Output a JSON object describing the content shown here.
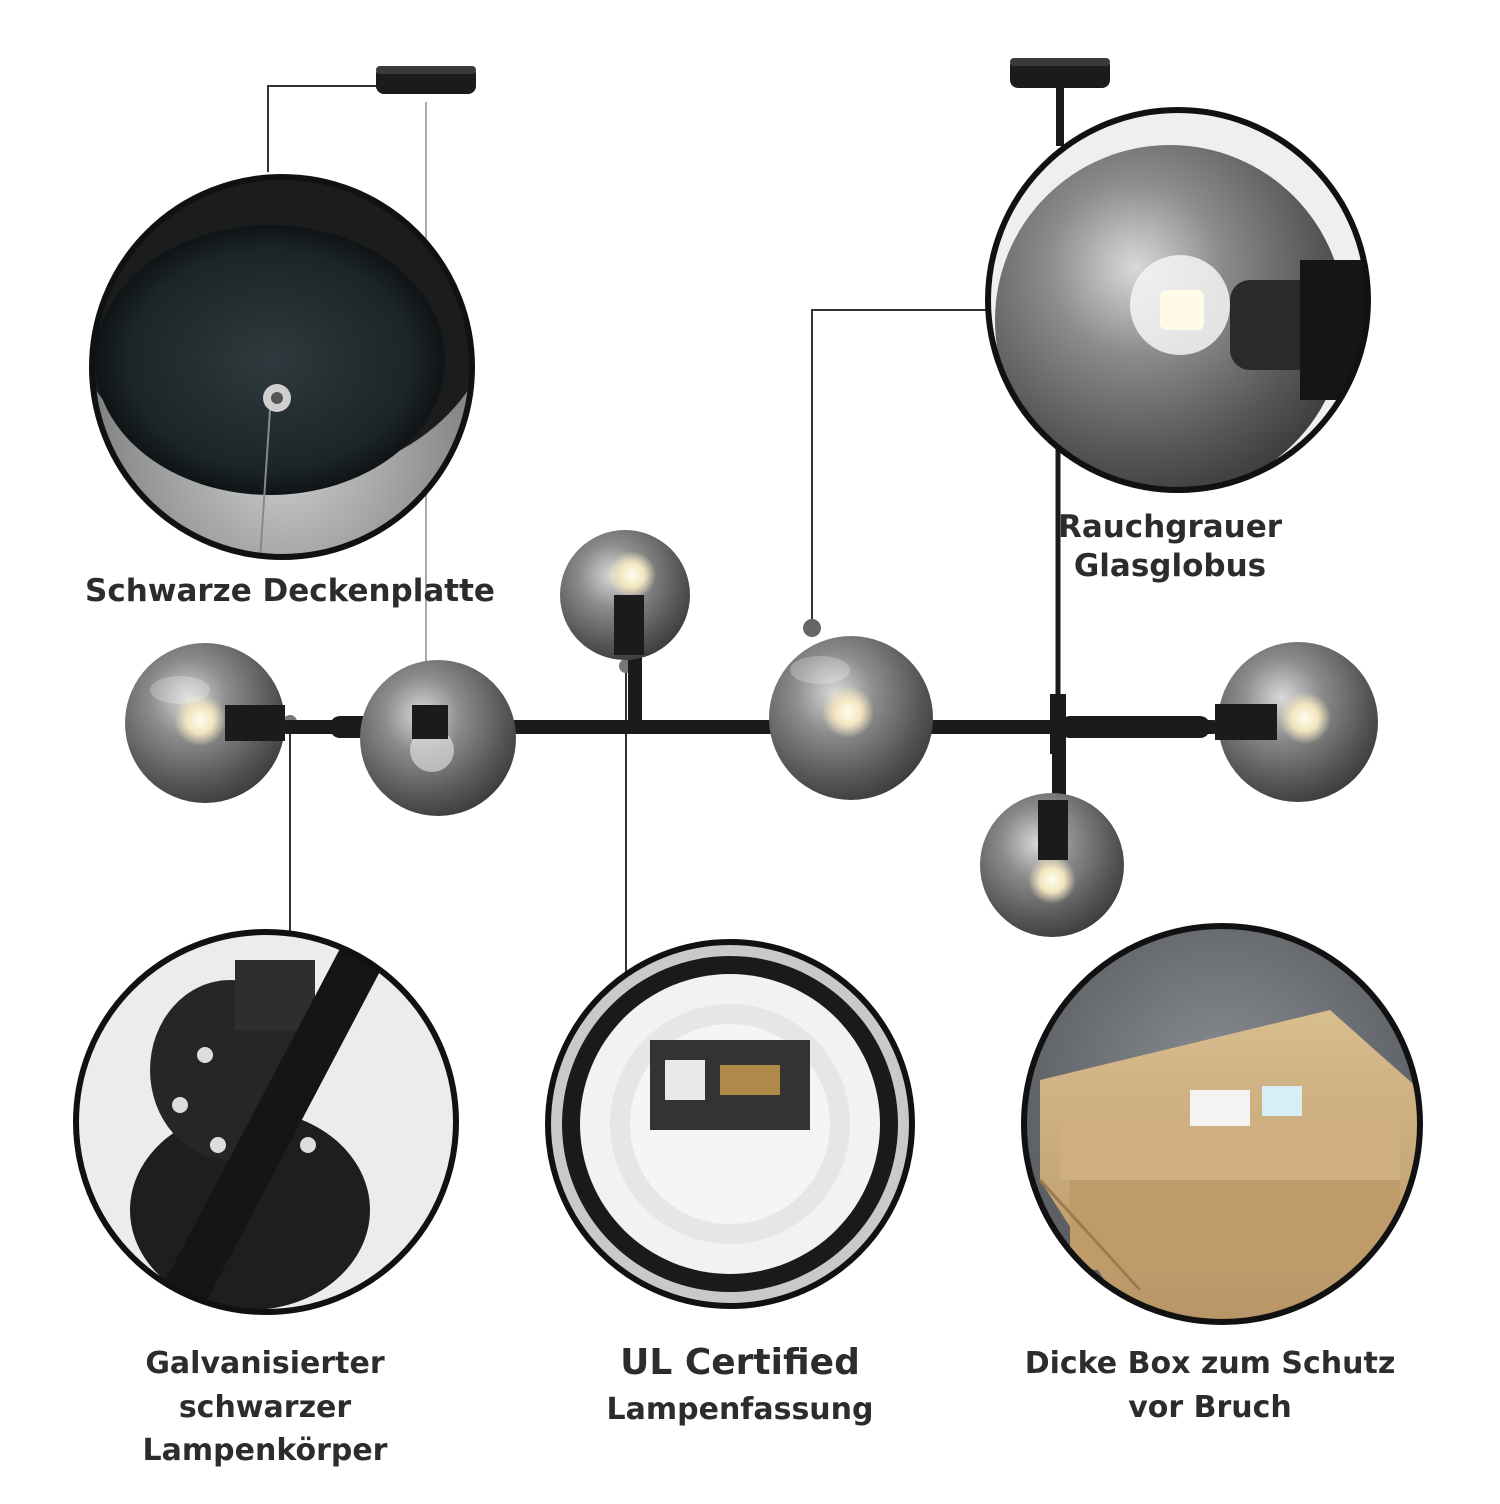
{
  "labels": {
    "ceiling_plate": "Schwarze Deckenplatte",
    "glass_globe_line1": "Rauchgrauer",
    "glass_globe_line2": "Glasglobus",
    "lamp_body_line1": "Galvanisierter",
    "lamp_body_line2": "schwarzer",
    "lamp_body_line3": "Lampenkörper",
    "socket_line1": "UL Certified",
    "socket_line2": "Lampenfassung",
    "box_line1": "Dicke Box zum Schutz",
    "box_line2": "vor Bruch"
  },
  "colors": {
    "background": "#ffffff",
    "metal_black": "#1b1b1b",
    "smoke_glass": "#6f6f70",
    "text": "#2c2c2c",
    "cardboard": "#c9a777"
  }
}
